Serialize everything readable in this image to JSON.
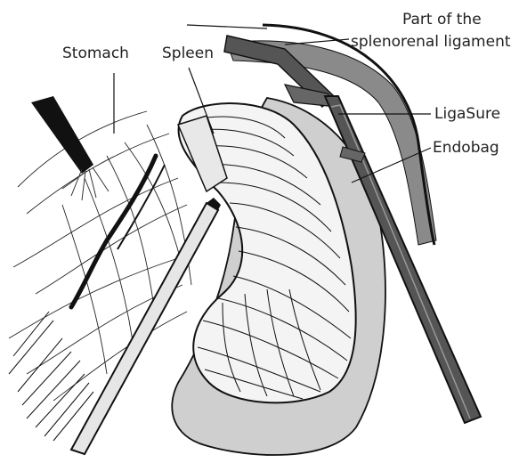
{
  "labels": {
    "stomach": "Stomach",
    "spleen": "Spleen",
    "ligament_line1": "Part of the",
    "ligament_line2": "splenorenal ligament",
    "ligasure": "LigaSure",
    "endobag": "Endobag"
  },
  "colors": {
    "ink": "#111111",
    "instrument": "#555555",
    "endobag": "#cfcfcf",
    "ligament": "#8a8a8a",
    "background": "#ffffff"
  }
}
